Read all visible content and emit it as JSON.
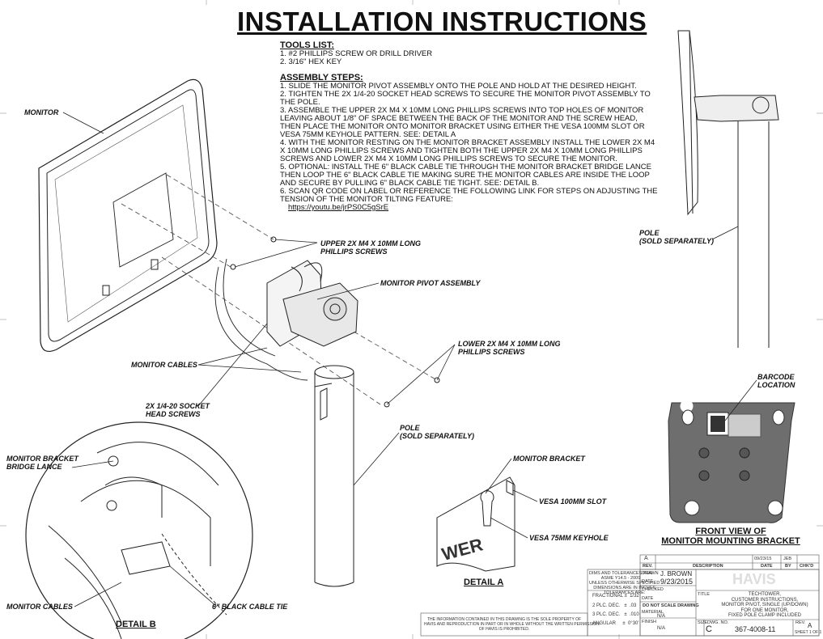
{
  "title": "INSTALLATION INSTRUCTIONS",
  "tools": {
    "heading": "TOOLS LIST:",
    "items": [
      "1. #2 PHILLIPS SCREW OR DRILL DRIVER",
      "2. 3/16\" HEX KEY"
    ]
  },
  "assembly": {
    "heading": "ASSEMBLY STEPS:",
    "steps": [
      "1. SLIDE THE MONITOR PIVOT ASSEMBLY ONTO THE POLE AND HOLD AT THE DESIRED HEIGHT.",
      "2. TIGHTEN THE 2X 1/4-20 SOCKET HEAD SCREWS TO SECURE THE MONITOR PIVOT ASSEMBLY TO THE POLE.",
      "3. ASSEMBLE THE UPPER 2X M4 X 10MM LONG PHILLIPS SCREWS INTO TOP HOLES OF MONITOR LEAVING ABOUT 1/8\" OF SPACE BETWEEN THE BACK OF THE MONITOR AND THE SCREW HEAD, THEN PLACE THE MONITOR ONTO MONITOR BRACKET USING EITHER THE VESA 100MM SLOT OR VESA 75MM KEYHOLE PATTERN. SEE: DETAIL A",
      "4. WITH THE MONITOR RESTING ON THE MONITOR BRACKET ASSEMBLY INSTALL THE LOWER 2X M4 X 10MM LONG PHILLIPS SCREWS AND TIGHTEN BOTH THE UPPER 2X M4 X 10MM LONG PHILLIPS SCREWS AND LOWER 2X M4 X 10MM LONG PHILLIPS SCREWS TO SECURE THE MONITOR.",
      "5. OPTIONAL: INSTALL THE 6\" BLACK CABLE TIE THROUGH THE MONITOR BRACKET BRIDGE LANCE THEN LOOP THE 6\" BLACK CABLE TIE MAKING SURE THE MONITOR CABLES ARE INSIDE THE LOOP AND SECURE BY PULLING 6\" BLACK CABLE TIE TIGHT. SEE: DETAIL B.",
      "6. SCAN QR CODE ON LABEL OR REFERENCE THE FOLLOWING LINK FOR STEPS ON ADJUSTING THE TENSION OF THE MONITOR TILTING FEATURE:"
    ],
    "link": "https://youtu.be/jrPS0C5gSrE"
  },
  "callouts": {
    "monitor": "MONITOR",
    "upper_screws": "UPPER 2X M4 X 10MM LONG\nPHILLIPS SCREWS",
    "pivot": "MONITOR PIVOT ASSEMBLY",
    "lower_screws": "LOWER 2X M4 X 10MM LONG\nPHILLIPS SCREWS",
    "cables": "MONITOR CABLES",
    "socket": "2X 1/4-20 SOCKET\nHEAD SCREWS",
    "pole": "POLE\n(SOLD SEPARATELY)",
    "pole_side": "POLE\n(SOLD SEPARATELY)",
    "bridge_lance": "MONITOR BRACKET\nBRIDGE LANCE",
    "cables_b": "MONITOR CABLES",
    "cable_tie": "6\" BLACK CABLE TIE",
    "bracket": "MONITOR BRACKET",
    "vesa100": "VESA 100MM SLOT",
    "vesa75": "VESA 75MM KEYHOLE",
    "barcode": "BARCODE\nLOCATION"
  },
  "labels": {
    "detail_a": "DETAIL A",
    "detail_b": "DETAIL B",
    "front_view": "FRONT VIEW OF\nMONITOR MOUNTING BRACKET"
  },
  "title_block": {
    "rev_letter": "A",
    "rev_head": "REV.",
    "desc_head": "DESCRIPTION",
    "date_head": "DATE",
    "by_head": "BY",
    "chkd_head": "CHK'D",
    "rev_date": "09/23/15",
    "rev_by": "JEB",
    "brand": "HAVIS",
    "dims_note": "DIMS AND TOLERANCES PER\nASME Y14.5 - 2009",
    "unless_note": "UNLESS OTHERWISE SPECIFIED\nDIMENSIONS ARE IN INCHES\nTOLERANCES ARE:",
    "fractional": "FRACTIONAL ±  1/32",
    "plc2": "2 PLC. DEC.   ±  .03",
    "plc3": "3 PLC. DEC.   ±  .010",
    "angular": "ANGULAR     ±  0°30'",
    "drawn_label": "DRAWN",
    "drawn_by": "J. BROWN",
    "date_label": "DATE",
    "date_val": "9/23/2015",
    "checked_label": "CHECKED",
    "date2_label": "DATE",
    "dnsd": "DO NOT SCALE DRAWING",
    "material_label": "MATERIAL",
    "material_val": "N/A",
    "finish_label": "FINISH",
    "finish_val": "N/A",
    "title_label": "TITLE",
    "title_val": "TECHTOWER,\nCUSTOMER INSTRUCTIONS,\nMONITOR PIVOT, SINGLE (UP/DOWN)\nFOR ONE MONITOR,\nFIXED POLE CLAMP INCLUDED",
    "size_label": "SIZE",
    "size_val": "C",
    "dwg_label": "DWG. NO.",
    "dwg_val": "367-4008-11",
    "rev_label": "REV.",
    "rev_val": "A",
    "sheet": "SHEET 1 OF 1",
    "proprietary": "THE INFORMATION CONTAINED IN THIS DRAWING IS THE SOLE PROPERTY OF\nHAVIS AND REPRODUCTION IN PART OR IN WHOLE WITHOUT THE WRITTEN PERMISSION\nOF HAVIS IS PROHIBITED."
  }
}
